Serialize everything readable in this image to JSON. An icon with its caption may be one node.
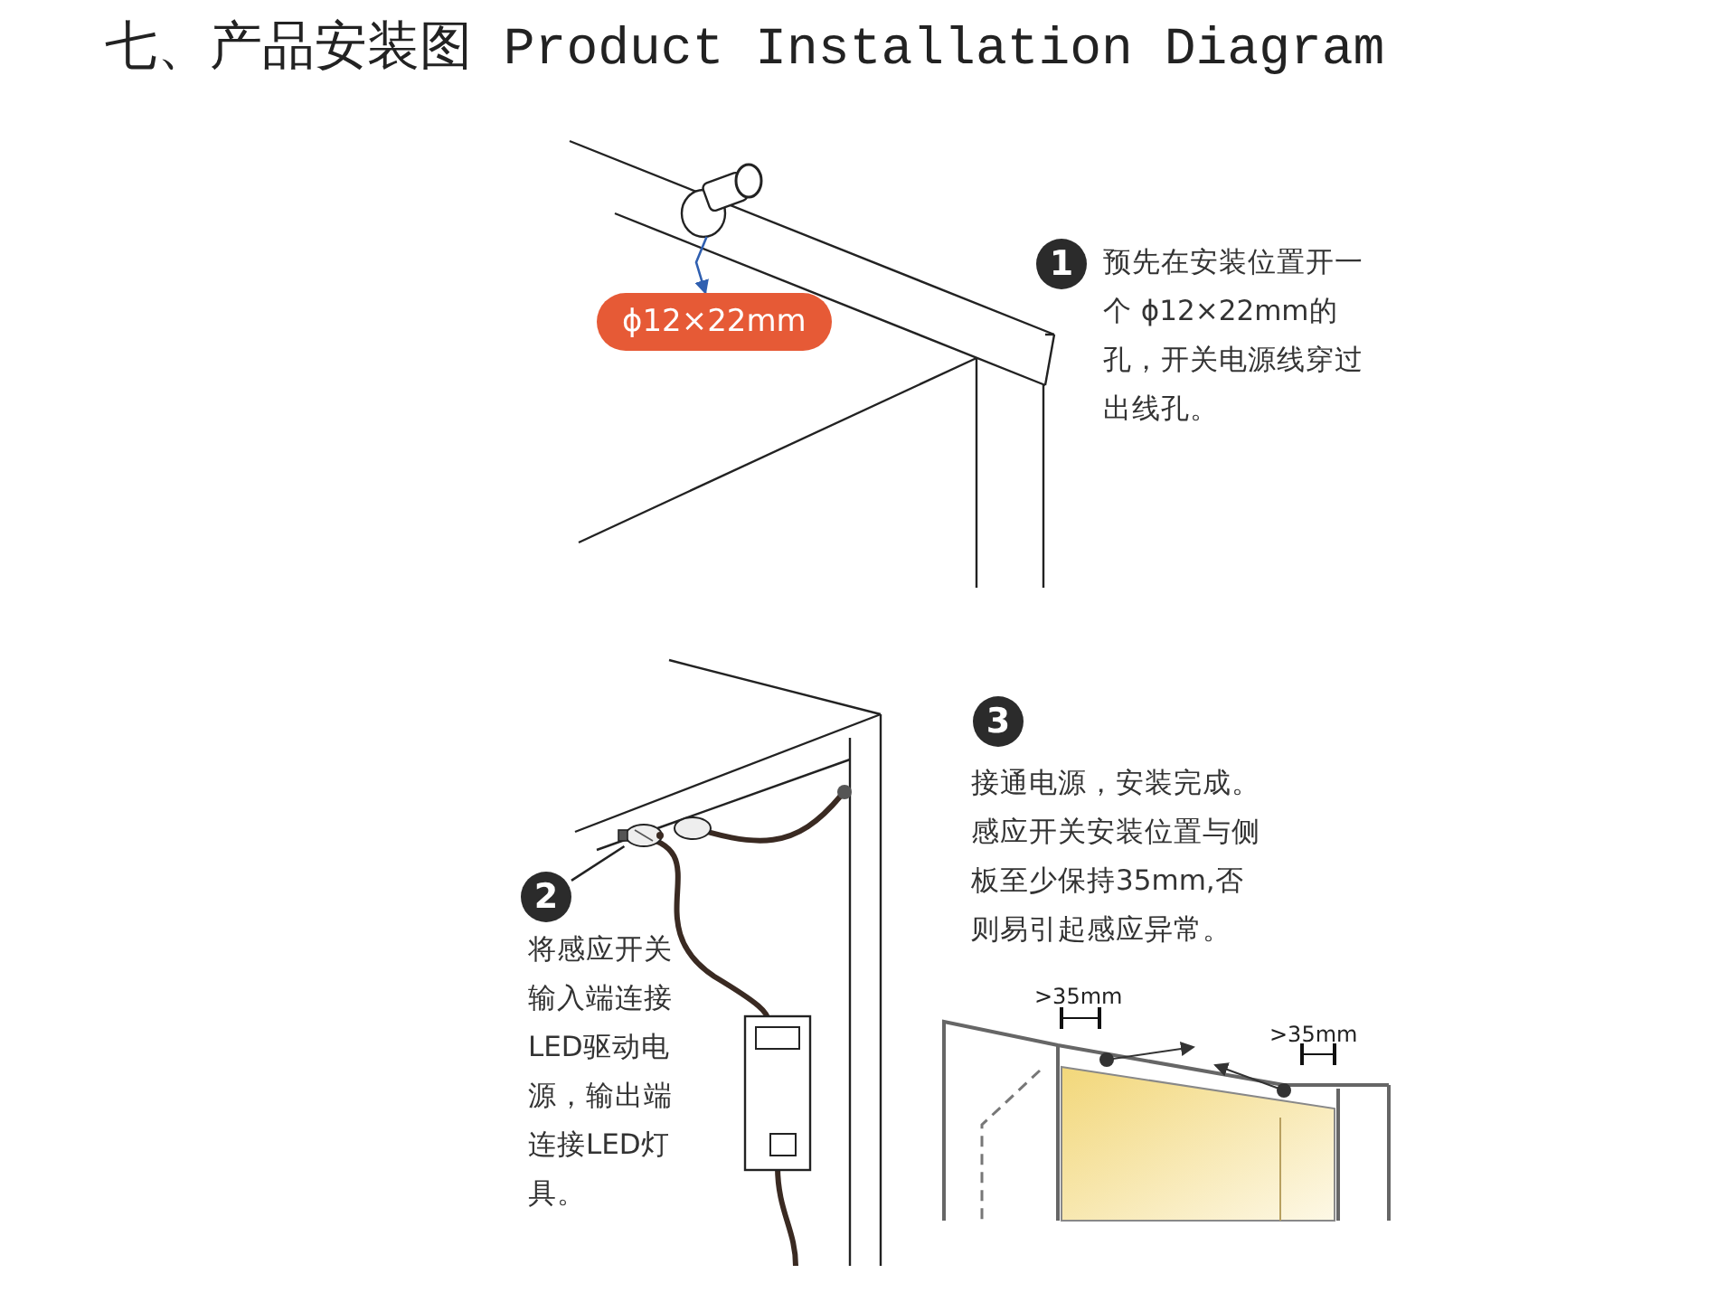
{
  "diagram": {
    "title": "七、产品安装图 Product Installation Diagram",
    "nodes": [
      {
        "text": [
          "ϕ12×22mm"
        ]
      },
      {
        "text": [
          "1"
        ],
        "beside": [
          "预先在安装位置开一个 ϕ12×22mm的孔，开关电源线穿过出线孔。"
        ]
      },
      {
        "text": [
          "2"
        ],
        "beside": [
          "将感应开关输入端连接LED驱动电源，输出端连接LED灯具。"
        ]
      },
      {
        "text": [
          "3"
        ],
        "beside": [
          "接通电源，安装完成。感应开关安装位置与侧板至少保持35mm,否则易引起感应异常。"
        ]
      },
      {
        "text": [],
        "shape": "picture"
      },
      {
        "text": [],
        "shape": "picture"
      }
    ],
    "edges": [
      {
        "from": 4,
        "to": 0,
        "arrow": "to",
        "color": "#2f5fb0"
      },
      {
        "from": 2,
        "to": 5,
        "arrow": "none",
        "color": "#222222"
      }
    ],
    "labels": [
      ">35mm",
      ">35mm"
    ]
  }
}
